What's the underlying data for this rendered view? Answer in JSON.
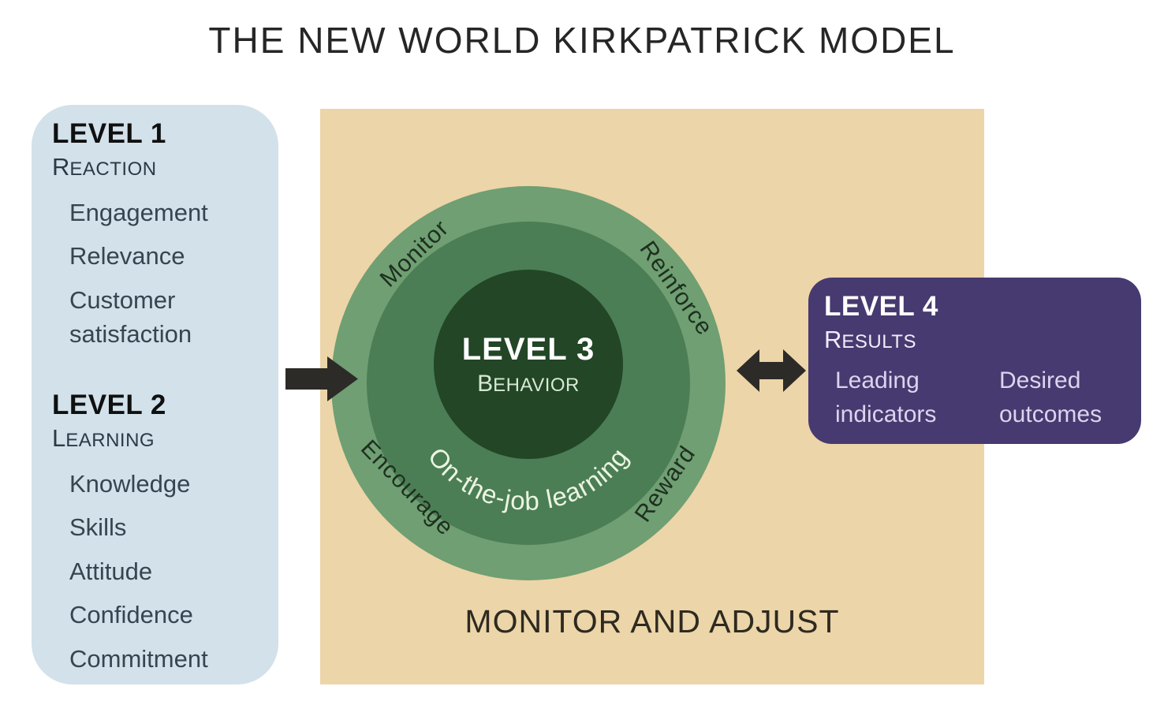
{
  "title": "THE NEW WORLD KIRKPATRICK MODEL",
  "panel_level_1_2": {
    "level1": {
      "heading": "LEVEL 1",
      "sub_cap": "R",
      "sub_rest": "EACTION",
      "items": [
        "Engagement",
        "Relevance",
        "Customer satisfaction"
      ]
    },
    "level2": {
      "heading": "LEVEL 2",
      "sub_cap": "L",
      "sub_rest": "EARNING",
      "items": [
        "Knowledge",
        "Skills",
        "Attitude",
        "Confidence",
        "Commitment"
      ]
    }
  },
  "center": {
    "level3": {
      "heading": "LEVEL 3",
      "sub_cap": "B",
      "sub_rest": "EHAVIOR"
    },
    "ring_labels": {
      "top_left": "Monitor",
      "top_right": "Reinforce",
      "bottom_left": "Encourage",
      "bottom_right": "Reward"
    },
    "curved_label": "On-the-job learning",
    "footer_label": "MONITOR AND ADJUST"
  },
  "level4_panel": {
    "heading": "LEVEL 4",
    "sub_cap": "R",
    "sub_rest": "ESULTS",
    "columns": [
      "Leading indicators",
      "Desired outcomes"
    ]
  },
  "colors": {
    "panel_blue": "#d2e1ea",
    "canvas_tan": "#ecd5a8",
    "ring_outer": "#6f9f72",
    "ring_middle": "#4b7e54",
    "circle_inner": "#224626",
    "panel_purple": "#473a70",
    "arrow_dark": "#2d2b28",
    "curved_text": "#ecf5e2"
  }
}
